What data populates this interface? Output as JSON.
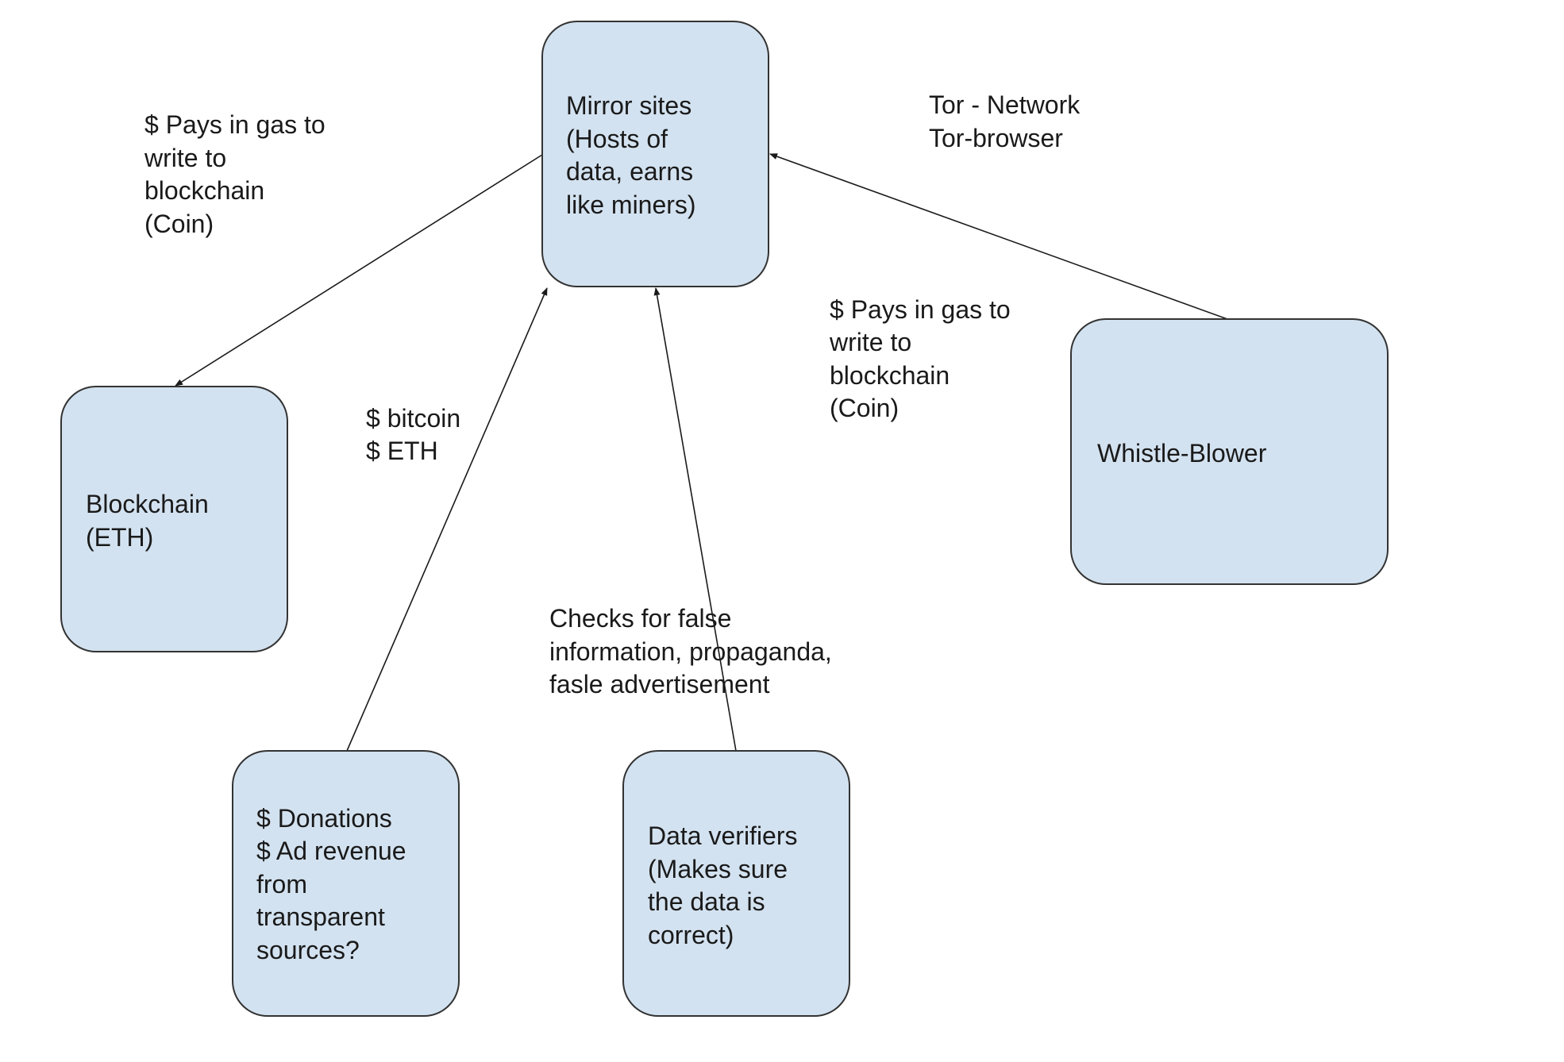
{
  "nodes": {
    "mirror_sites": {
      "lines": [
        "Mirror sites",
        "(Hosts of",
        "data, earns",
        "like miners)"
      ]
    },
    "blockchain": {
      "lines": [
        "Blockchain",
        "(ETH)"
      ]
    },
    "whistle_blower": {
      "lines": [
        "Whistle-Blower"
      ]
    },
    "donations": {
      "lines": [
        "$ Donations",
        "$ Ad revenue",
        "from",
        "transparent",
        "sources?"
      ]
    },
    "data_verifiers": {
      "lines": [
        "Data verifiers",
        "(Makes sure",
        "the data is",
        "correct)"
      ]
    }
  },
  "labels": {
    "pays_gas_left": {
      "lines": [
        "$ Pays in gas to",
        "write to",
        "blockchain",
        "(Coin)"
      ]
    },
    "tor": {
      "lines": [
        "Tor - Network",
        "Tor-browser"
      ]
    },
    "pays_gas_right": {
      "lines": [
        "$ Pays in gas to",
        "write to",
        "blockchain",
        "(Coin)"
      ]
    },
    "bitcoin_eth": {
      "lines": [
        "$ bitcoin",
        "$ ETH"
      ]
    },
    "checks": {
      "lines": [
        "Checks for false",
        "information, propaganda,",
        "fasle advertisement"
      ]
    }
  },
  "colors": {
    "box_fill": "#d3e2f0",
    "box_stroke": "#333333",
    "edge": "#1a1a1a"
  }
}
